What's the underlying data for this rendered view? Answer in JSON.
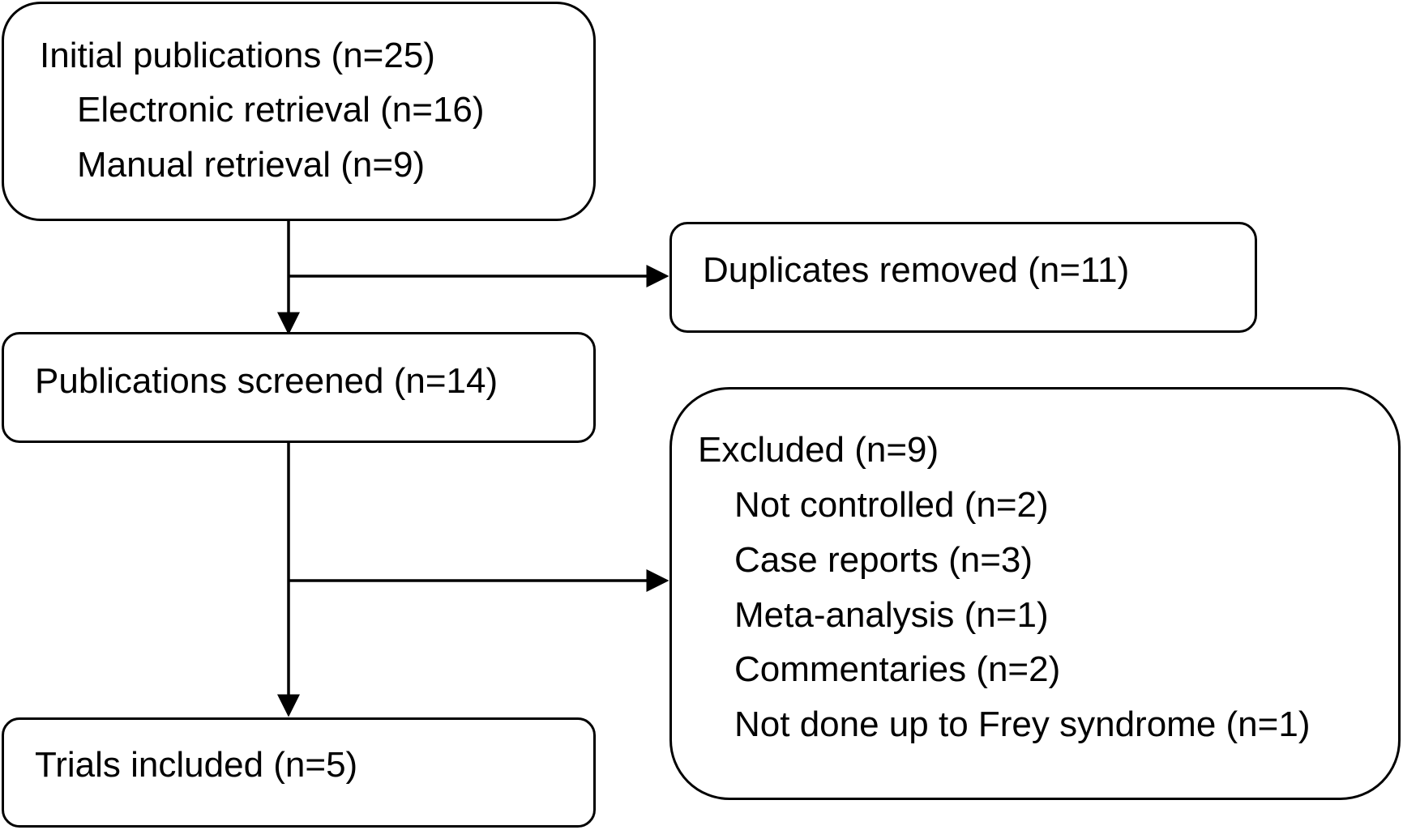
{
  "initial": {
    "title": "Initial publications (n=25)",
    "items": [
      "Electronic retrieval (n=16)",
      "Manual retrieval (n=9)"
    ]
  },
  "duplicates": {
    "title": "Duplicates removed (n=11)"
  },
  "screened": {
    "title": "Publications screened (n=14)"
  },
  "excluded": {
    "title": "Excluded (n=9)",
    "items": [
      "Not controlled (n=2)",
      "Case reports (n=3)",
      "Meta-analysis (n=1)",
      "Commentaries (n=2)",
      "Not done up to Frey syndrome (n=1)"
    ]
  },
  "included": {
    "title": "Trials included (n=5)"
  }
}
